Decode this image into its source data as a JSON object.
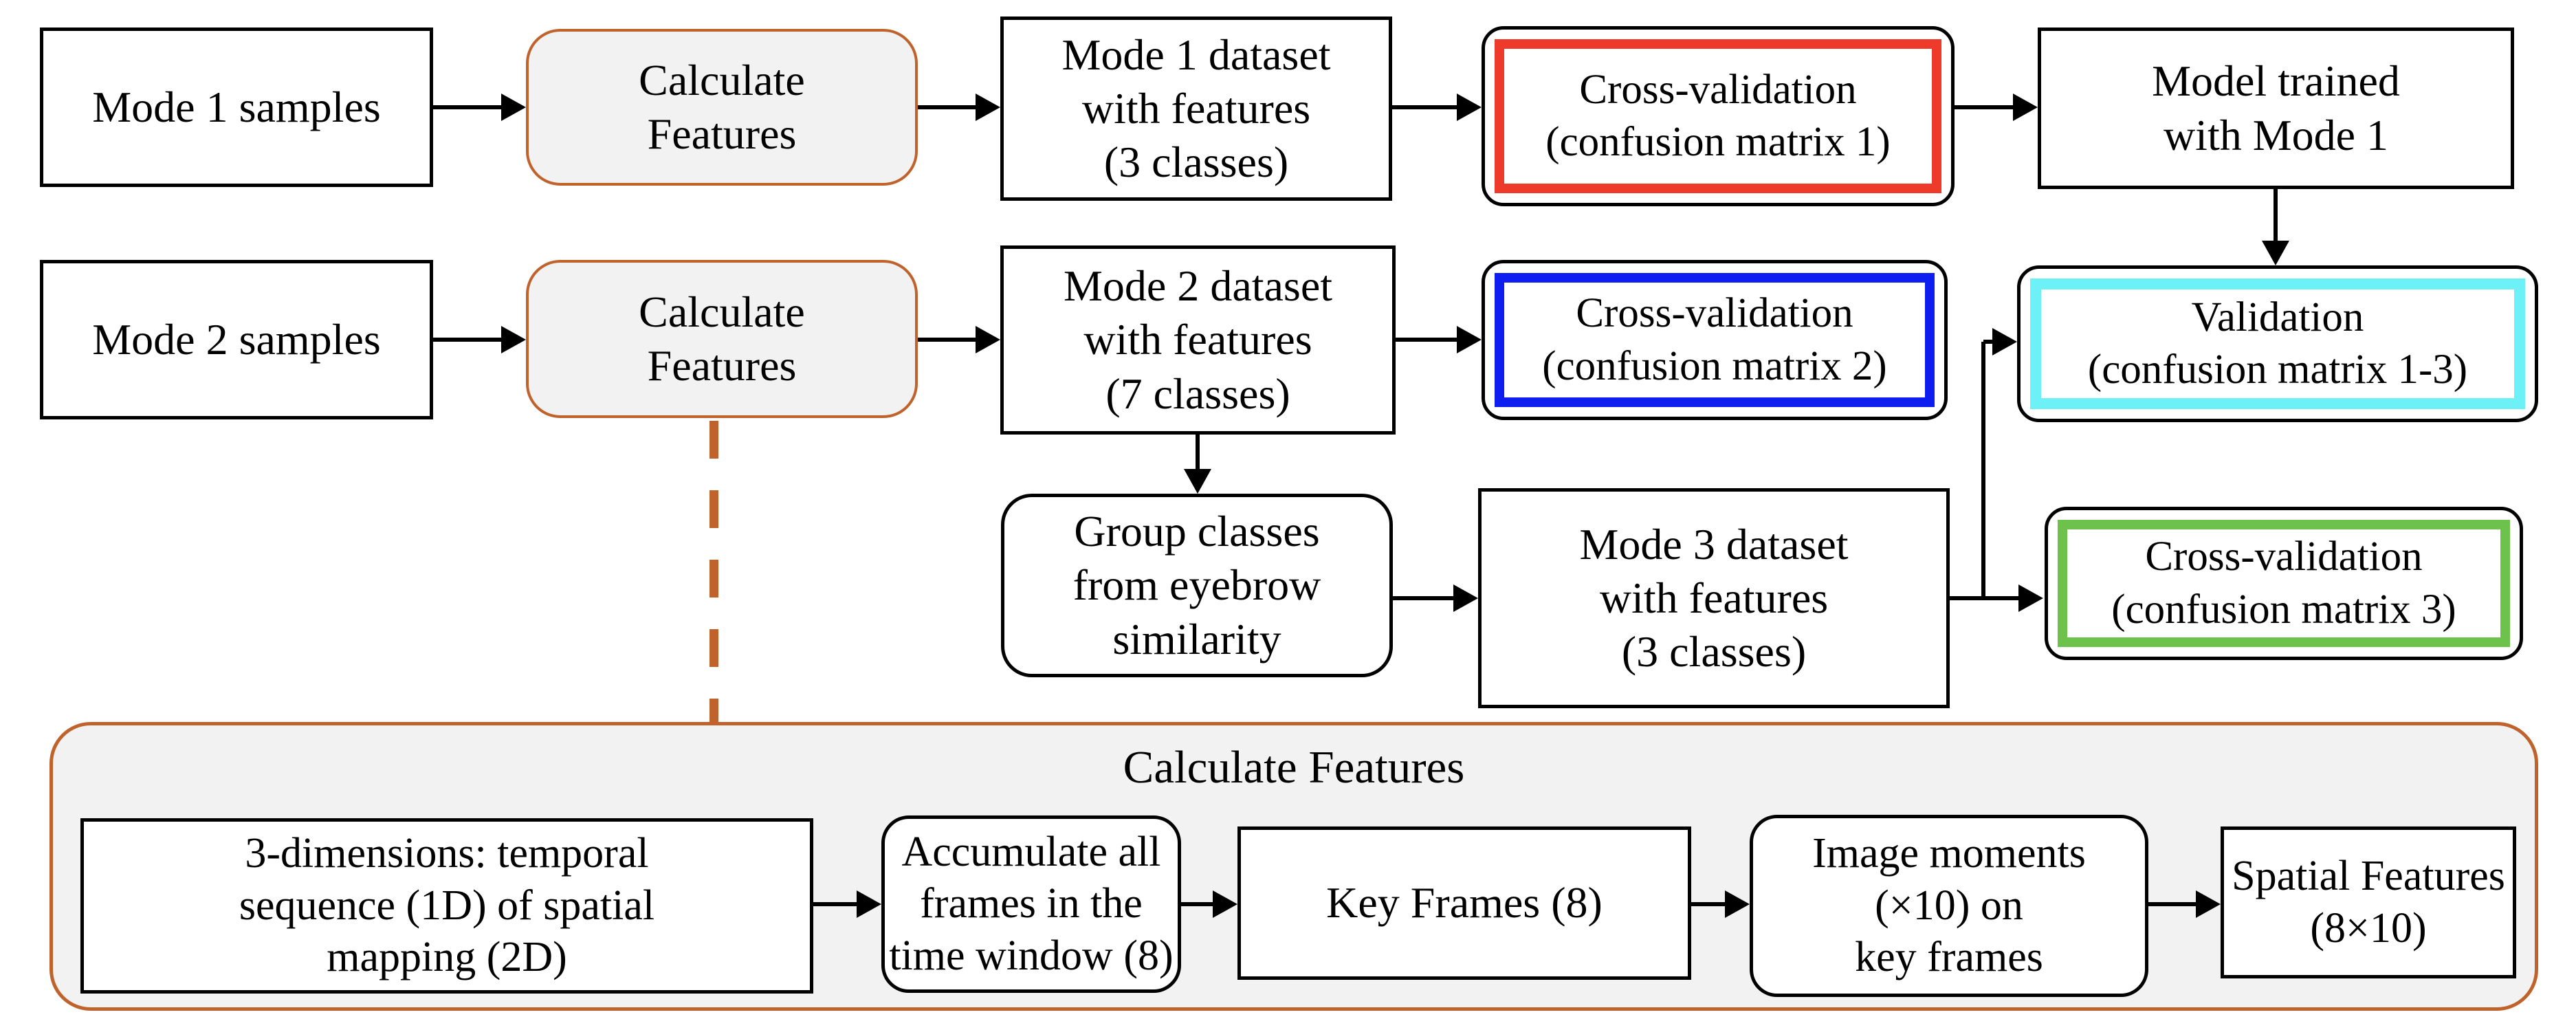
{
  "colors": {
    "red": "#ee3a2b",
    "blue": "#0f1ef0",
    "cyan": "#6ef0f7",
    "green": "#6dc24b",
    "orange": "#c0622b",
    "box_fill_gray": "#f2f2f2",
    "line_black": "#000000"
  },
  "nodes": {
    "mode1_samples": {
      "label": "Mode 1 samples"
    },
    "calc_features_1": {
      "label": "Calculate\nFeatures"
    },
    "mode1_dataset": {
      "label": "Mode 1 dataset\nwith features\n(3 classes)"
    },
    "cross_validation_1": {
      "label": "Cross-validation\n(confusion matrix 1)"
    },
    "model_trained": {
      "label": "Model trained\nwith Mode 1"
    },
    "mode2_samples": {
      "label": "Mode 2 samples"
    },
    "calc_features_2": {
      "label": "Calculate\nFeatures"
    },
    "mode2_dataset": {
      "label": "Mode 2 dataset\nwith features\n(7 classes)"
    },
    "cross_validation_2": {
      "label": "Cross-validation\n(confusion matrix 2)"
    },
    "validation": {
      "label": "Validation\n(confusion matrix 1-3)"
    },
    "group_classes": {
      "label": "Group classes\nfrom eyebrow\nsimilarity"
    },
    "mode3_dataset": {
      "label": "Mode 3 dataset\nwith features\n(3 classes)"
    },
    "cross_validation_3": {
      "label": "Cross-validation\n(confusion matrix 3)"
    },
    "calc_features_container": {
      "title": "Calculate Features"
    },
    "dimensions": {
      "label": "3-dimensions: temporal\nsequence (1D) of spatial\nmapping (2D)"
    },
    "accumulate": {
      "label": "Accumulate all\nframes in the\ntime window (8)"
    },
    "key_frames": {
      "label": "Key Frames (8)"
    },
    "image_moments": {
      "label": "Image moments\n(×10) on\nkey frames"
    },
    "spatial_features": {
      "label": "Spatial Features\n(8×10)"
    }
  }
}
